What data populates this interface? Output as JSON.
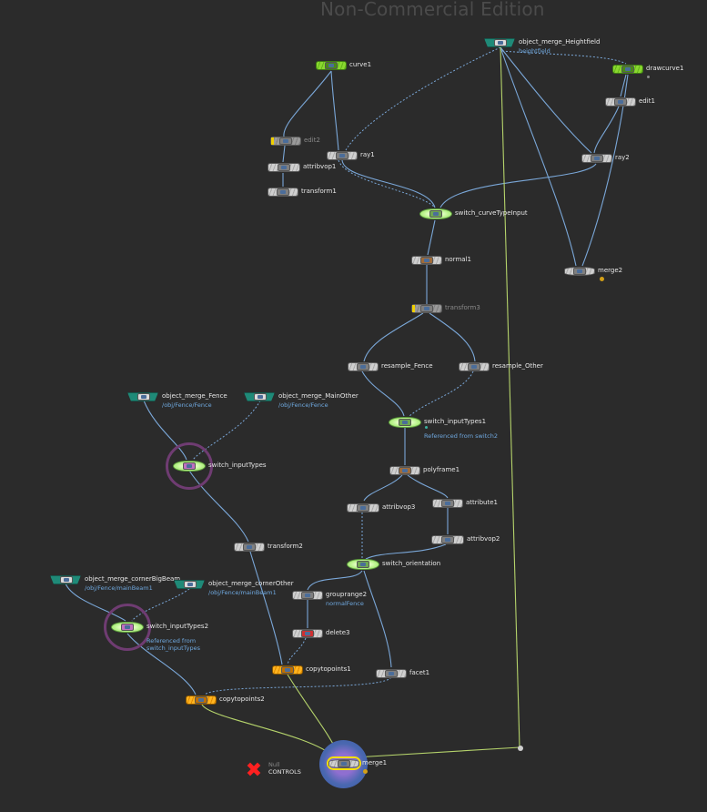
{
  "watermark": "Non-Commercial Edition",
  "colors": {
    "background": "#2b2b2b",
    "wire": "#7aa7d8",
    "wire_green": "#b5d36b",
    "node_grey": "#bdbdbd",
    "node_green": "#6fc22a",
    "node_teal": "#1f8a78",
    "node_orange": "#f5a000",
    "node_switch": "#c6f59b",
    "display_ring": "#4a68b0",
    "selected_ring": "#6f3c72",
    "null_red": "#ff2020"
  },
  "nodes": {
    "object_merge_heightfield": {
      "label": "object_merge_Heightfield",
      "sub": "heightfield"
    },
    "curve1": {
      "label": "curve1"
    },
    "drawcurve1": {
      "label": "drawcurve1"
    },
    "edit1": {
      "label": "edit1"
    },
    "edit2": {
      "label": "edit2"
    },
    "ray1": {
      "label": "ray1"
    },
    "ray2": {
      "label": "ray2"
    },
    "attribvop1": {
      "label": "attribvop1"
    },
    "transform1": {
      "label": "transform1"
    },
    "switch_curvetypeinput": {
      "label": "switch_curveTypeInput"
    },
    "normal1": {
      "label": "normal1"
    },
    "merge2": {
      "label": "merge2"
    },
    "transform3": {
      "label": "transform3"
    },
    "resample_fence": {
      "label": "resample_Fence"
    },
    "resample_other": {
      "label": "resample_Other"
    },
    "switch_inputtypes1": {
      "label": "switch_inputTypes1",
      "sub": "Referenced from switch2"
    },
    "object_merge_fence": {
      "label": "object_merge_Fence",
      "sub": "/obj/Fence/Fence"
    },
    "object_merge_mainother": {
      "label": "object_merge_MainOther",
      "sub": "/obj/Fence/Fence"
    },
    "switch_inputtypes": {
      "label": "switch_inputTypes"
    },
    "polyframe1": {
      "label": "polyframe1"
    },
    "attribvop3": {
      "label": "attribvop3"
    },
    "attribute1": {
      "label": "attribute1"
    },
    "attribvop2": {
      "label": "attribvop2"
    },
    "transform2": {
      "label": "transform2"
    },
    "switch_orientation": {
      "label": "switch_orientation"
    },
    "object_merge_cornerbigbeam": {
      "label": "object_merge_cornerBigBeam",
      "sub": "/obj/Fence/mainBeam1"
    },
    "object_merge_cornerother": {
      "label": "object_merge_cornerOther",
      "sub": "/obj/Fence/mainBeam1"
    },
    "grouprange2": {
      "label": "grouprange2",
      "sub": "normalFence"
    },
    "switch_inputtypes2": {
      "label": "switch_inputTypes2",
      "sub": "Referenced from",
      "sub2": "switch_inputTypes"
    },
    "delete3": {
      "label": "delete3"
    },
    "copytopoints1": {
      "label": "copytopoints1"
    },
    "facet1": {
      "label": "facet1"
    },
    "copytopoints2": {
      "label": "copytopoints2"
    },
    "merge1": {
      "label": "merge1"
    },
    "controls": {
      "label_top": "Null",
      "label": "CONTROLS"
    }
  }
}
